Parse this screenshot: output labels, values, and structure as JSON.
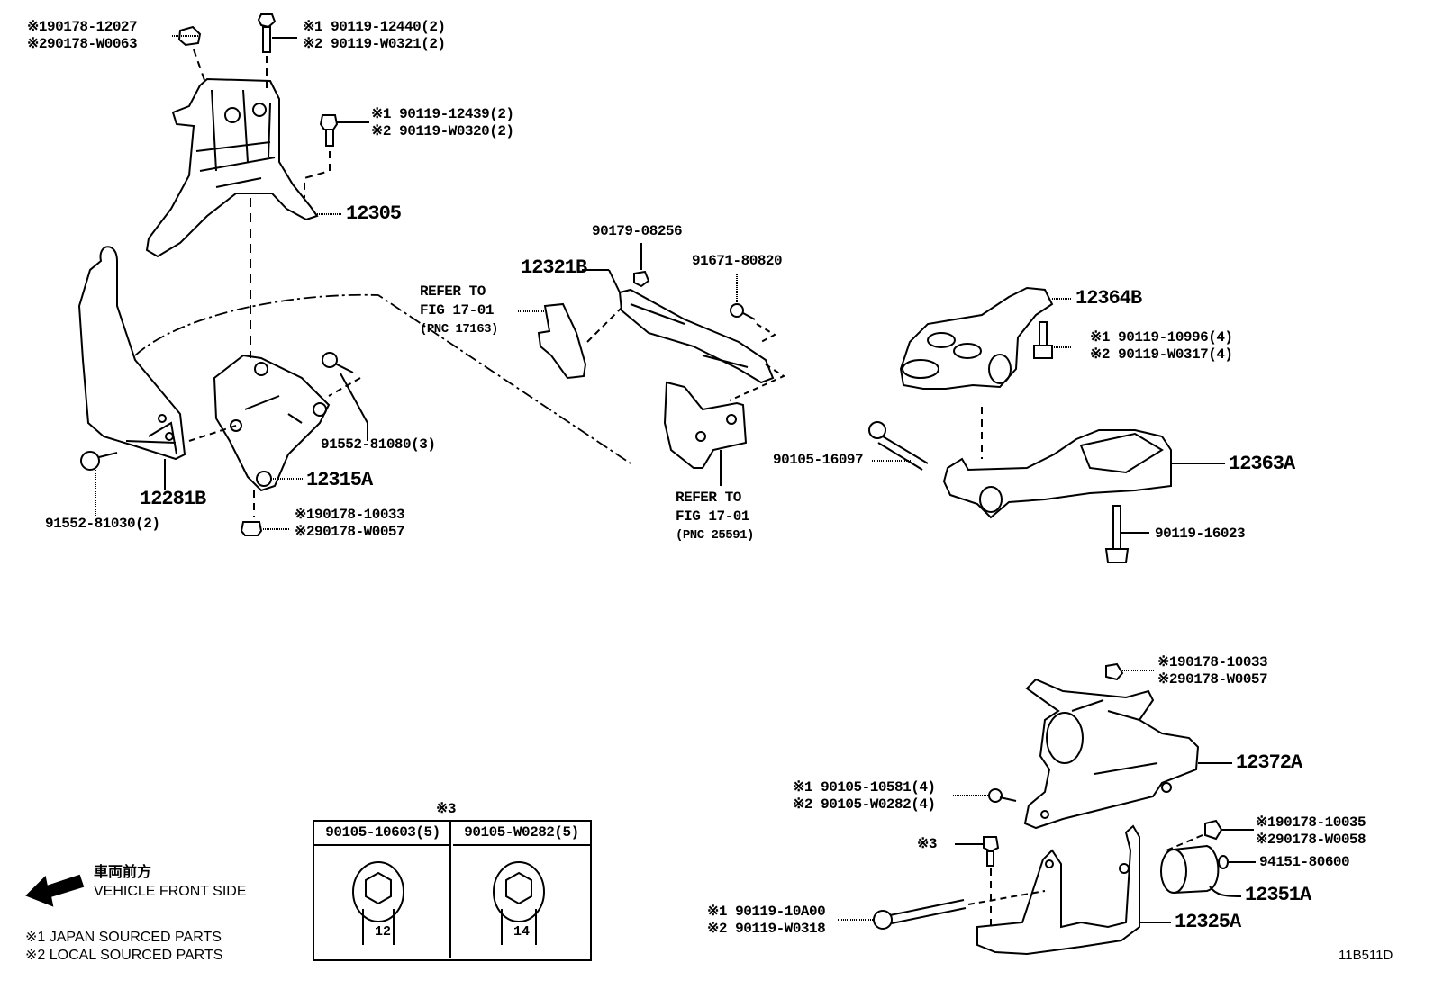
{
  "diagram": {
    "type": "exploded parts diagram",
    "figure_code": "11B511D",
    "callouts": [
      {
        "id": "nut-top-left",
        "lines": [
          "※190178-12027",
          "※290178-W0063"
        ]
      },
      {
        "id": "bolt-top",
        "lines": [
          "※1 90119-12440(2)",
          "※2 90119-W0321(2)"
        ]
      },
      {
        "id": "bolt-upper-right",
        "lines": [
          "※1 90119-12439(2)",
          "※2 90119-W0320(2)"
        ]
      },
      {
        "id": "mount-12305",
        "lines": [
          "12305"
        ]
      },
      {
        "id": "nut-90179",
        "lines": [
          "90179-08256"
        ]
      },
      {
        "id": "bolt-91671",
        "lines": [
          "91671-80820"
        ]
      },
      {
        "id": "bracket-12321B",
        "lines": [
          "12321B"
        ]
      },
      {
        "id": "refer-17163",
        "lines": [
          "REFER TO",
          "FIG 17-01",
          "(PNC 17163)"
        ]
      },
      {
        "id": "bolt-91552-81080",
        "lines": [
          "91552-81080(3)"
        ]
      },
      {
        "id": "bracket-12315A",
        "lines": [
          "12315A"
        ]
      },
      {
        "id": "bracket-12281B",
        "lines": [
          "12281B"
        ]
      },
      {
        "id": "bolt-91552-81030",
        "lines": [
          "91552-81030(2)"
        ]
      },
      {
        "id": "nut-center",
        "lines": [
          "※190178-10033",
          "※290178-W0057"
        ]
      },
      {
        "id": "refer-25591",
        "lines": [
          "REFER TO",
          "FIG 17-01",
          "(PNC 25591)"
        ]
      },
      {
        "id": "bracket-12364B",
        "lines": [
          "12364B"
        ]
      },
      {
        "id": "bolt-90119-10996",
        "lines": [
          "※1 90119-10996(4)",
          "※2 90119-W0317(4)"
        ]
      },
      {
        "id": "bolt-90105-16097",
        "lines": [
          "90105-16097"
        ]
      },
      {
        "id": "rod-12363A",
        "lines": [
          "12363A"
        ]
      },
      {
        "id": "bolt-90119-16023",
        "lines": [
          "90119-16023"
        ]
      },
      {
        "id": "nut-lower-right",
        "lines": [
          "※190178-10033",
          "※290178-W0057"
        ]
      },
      {
        "id": "mount-12372A",
        "lines": [
          "12372A"
        ]
      },
      {
        "id": "bolt-90105-10581",
        "lines": [
          "※1 90105-10581(4)",
          "※2 90105-W0282(4)"
        ]
      },
      {
        "id": "bolt-note3",
        "lines": [
          "※3"
        ]
      },
      {
        "id": "nut-90178-10035",
        "lines": [
          "※190178-10035",
          "※290178-W0058"
        ]
      },
      {
        "id": "washer-94151",
        "lines": [
          "94151-80600"
        ]
      },
      {
        "id": "stopper-12351A",
        "lines": [
          "12351A"
        ]
      },
      {
        "id": "bolt-90119-10A00",
        "lines": [
          "※1 90119-10A00",
          "※2 90119-W0318"
        ]
      },
      {
        "id": "bracket-12325A",
        "lines": [
          "12325A"
        ]
      }
    ],
    "note3_table": {
      "title": "※3",
      "columns": [
        {
          "part": "90105-10603(5)",
          "size": "12"
        },
        {
          "part": "90105-W0282(5)",
          "size": "14"
        }
      ]
    },
    "direction": {
      "jp": "車両前方",
      "en": "VEHICLE FRONT SIDE",
      "icon": "arrow-left-icon"
    },
    "legend": [
      "※1 JAPAN SOURCED PARTS",
      "※2 LOCAL SOURCED PARTS"
    ]
  }
}
